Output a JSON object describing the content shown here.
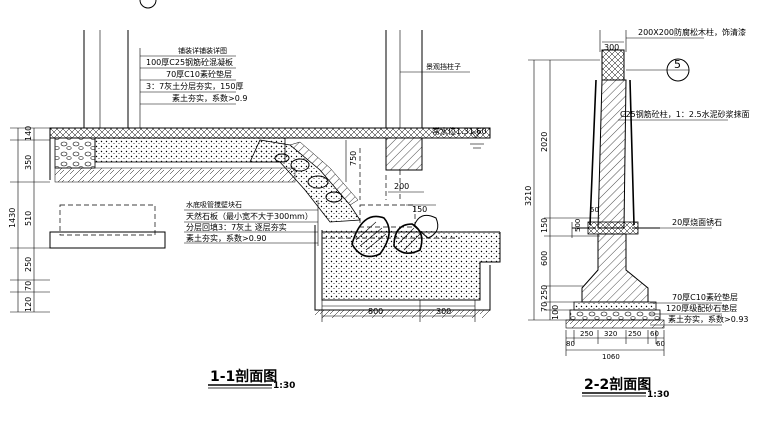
{
  "section1": {
    "layers": [
      "铺装详铺装详图",
      "100厚C25钢筋砼混凝板",
      "70厚C10素砼垫层",
      "3：7灰土分层夯实，150厚",
      "素土夯实，系数>0.9"
    ],
    "post_label": "景观挡柱子",
    "water_level": "常水位1.31.60",
    "pond_layers": [
      "水底吸管搅壁块石",
      "天然石板（最小宽不大于300mm）",
      "分层回填3：7灰土 逐层夯实",
      "素土夯实，系数>0.90"
    ],
    "dims_left": [
      "140",
      "350",
      "510",
      "250",
      "70",
      "120"
    ],
    "dim_total": "1430",
    "dim_750": "750",
    "dim_200": "200",
    "dim_150": "150",
    "dim_800": "800",
    "dim_300": "300",
    "title": "1-1剖面图",
    "scale": "1:30"
  },
  "section2": {
    "cap_label": "200X200防腐松木柱，饰清漆",
    "dim_cap": "300",
    "detail_ref": "5",
    "column_label": "C25钢筋砼柱，1：2.5水泥砂浆抹面",
    "stone_label": "20厚烧面锈石",
    "base_layers": [
      "70厚C10素砼垫层",
      "120厚级配砂石垫层",
      "素土夯实，系数>0.93"
    ],
    "dims_vertical": [
      "2020",
      "150",
      "600",
      "250",
      "70",
      "100"
    ],
    "dim_total": "3210",
    "dim_50": "50",
    "dim_500": "500",
    "dims_bottom": [
      "80",
      "250",
      "320",
      "250",
      "60"
    ],
    "dim_bottom_total": "1060",
    "dim_bottom_right": "60",
    "title": "2-2剖面图",
    "scale": "1:30"
  }
}
